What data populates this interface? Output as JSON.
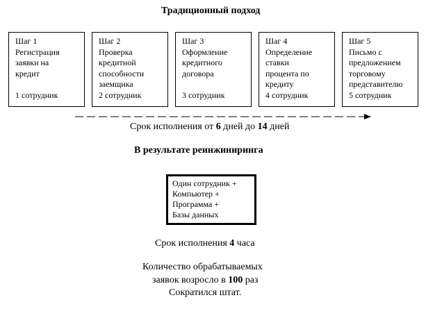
{
  "title_traditional": "Традиционный подход",
  "steps": [
    {
      "text": "Шаг 1\nРегистрация\nзаявки на\nкредит\n\n1 сотрудник"
    },
    {
      "text": "Шаг 2\nПроверка\nкредитной\nспособности\nзаемщика\n2 сотрудник"
    },
    {
      "text": "Шаг 3\nОформление\nкредитного\nдоговора\n\n3 сотрудник"
    },
    {
      "text": "Шаг 4\nОпределение\nставки\nпроцента по\nкредиту\n4 сотрудник"
    },
    {
      "text": "Шаг 5\nПисьмо с\nпредложением\nторговому\nпредставителю\n5 сотрудник"
    }
  ],
  "duration_traditional": {
    "prefix": "Срок исполнения от ",
    "min": "6",
    "middle": " дней до ",
    "max": "14",
    "suffix": " дней"
  },
  "title_reengineering": "В результате реинжиниринга",
  "result_box_lines": [
    "Один сотрудник +",
    "Компьютер +",
    "Программа +",
    "Базы данных"
  ],
  "duration_new": {
    "prefix": "Срок исполнения ",
    "value": "4",
    "suffix": " часа"
  },
  "summary": {
    "line1": "Количество обрабатываемых",
    "line2_prefix": "заявок возросло в ",
    "line2_value": "100",
    "line2_suffix": " раз",
    "line3": "Сократился штат."
  }
}
